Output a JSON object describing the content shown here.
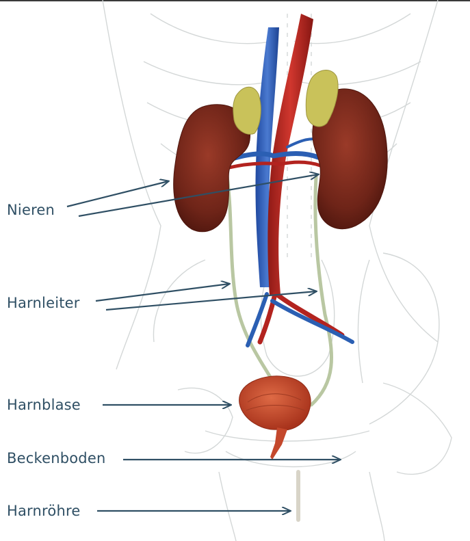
{
  "labels": {
    "nieren": "Nieren",
    "harnleiter": "Harnleiter",
    "harnblase": "Harnblase",
    "beckenboden": "Beckenboden",
    "harnroehre": "Harnröhre"
  },
  "colors": {
    "label_text": "#2f4f64",
    "arrow": "#2f4f64",
    "kidney": "#7a2a1e",
    "adrenal": "#c9c25a",
    "vena_cava": "#2b5fb3",
    "aorta": "#b3231f",
    "ureter": "#b9c7a2",
    "bladder": "#c4482c",
    "skeleton_outline": "#cfd3d3"
  }
}
